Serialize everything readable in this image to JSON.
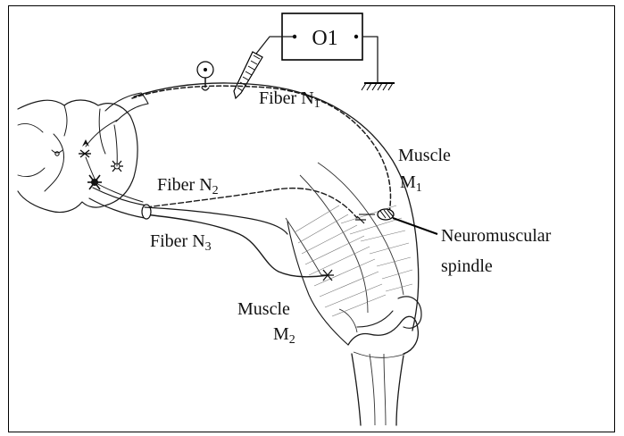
{
  "labels": {
    "oscilloscope": "O1",
    "fiber_n1": {
      "text": "Fiber N",
      "sub": "1"
    },
    "fiber_n2": {
      "text": "Fiber N",
      "sub": "2"
    },
    "fiber_n3": {
      "text": "Fiber N",
      "sub": "3"
    },
    "muscle_m1": {
      "line1": "Muscle",
      "line2": "M",
      "sub": "1"
    },
    "muscle_m2": {
      "line1": "Muscle",
      "line2": "M",
      "sub": "2"
    },
    "spindle": {
      "line1": "Neuromuscular",
      "line2": "spindle"
    }
  },
  "colors": {
    "ink": "#1a1a1a",
    "background": "#ffffff"
  }
}
